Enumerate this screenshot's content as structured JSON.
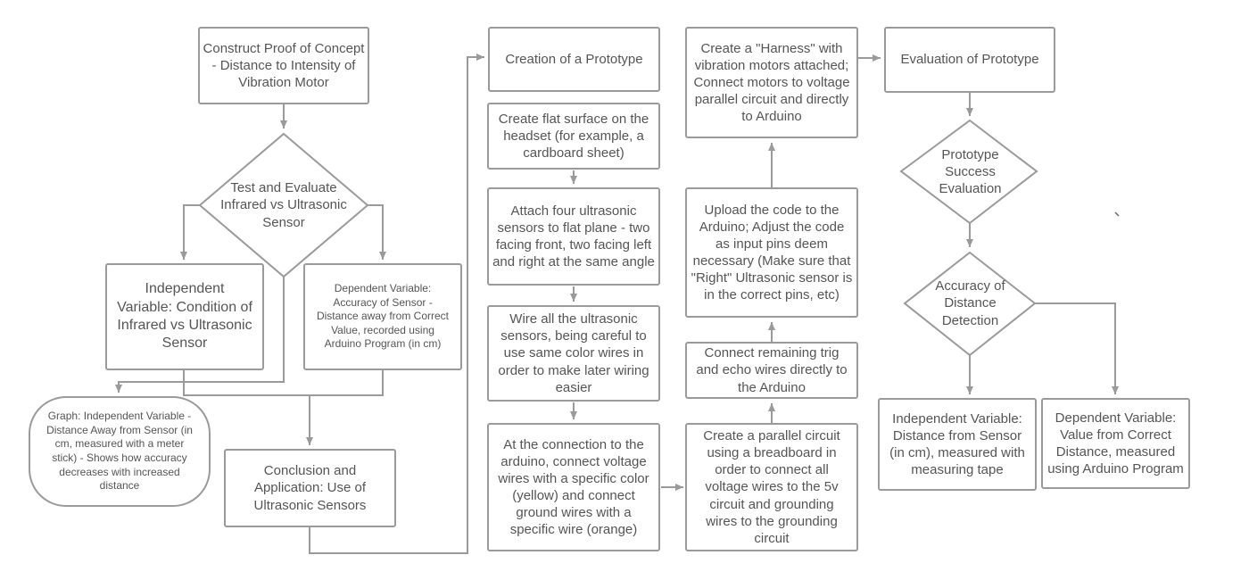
{
  "flowchart": {
    "proof_of_concept": "Construct Proof of Concept - Distance to Intensity of Vibration Motor",
    "test_evaluate": "Test and Evaluate Infrared vs Ultrasonic Sensor",
    "independent_var_1": "Independent Variable: Condition of Infrared vs Ultrasonic Sensor",
    "dependent_var_1": "Dependent Variable: Accuracy of Sensor - Distance away from Correct Value, recorded using Arduino Program (in cm)",
    "graph_note": "Graph: Independent Variable - Distance Away from Sensor (in cm, measured with a meter stick) - Shows how accuracy decreases with increased distance",
    "conclusion": "Conclusion and Application: Use of Ultrasonic Sensors",
    "creation_prototype": "Creation of a Prototype",
    "flat_surface": "Create flat surface on the headset (for example, a cardboard sheet)",
    "attach_sensors": "Attach four ultrasonic sensors to flat plane - two facing front, two facing left and right at the same angle",
    "wire_sensors": "Wire all the ultrasonic sensors, being careful to use same color wires in order to make later wiring easier",
    "arduino_connection": "At the connection to the arduino, connect voltage wires with a specific color (yellow) and connect ground wires with a specific wire (orange)",
    "parallel_circuit": "Create a parallel circuit using a breadboard in order to connect all voltage wires to the 5v circuit and grounding wires to the grounding circuit",
    "connect_trig_echo": "Connect remaining trig and echo wires directly to the Arduino",
    "upload_code": "Upload the code to the Arduino; Adjust the code as input pins deem necessary (Make sure that \"Right\" Ultrasonic sensor is in the correct pins, etc)",
    "harness": "Create a \"Harness\" with vibration motors attached; Connect motors to voltage parallel circuit and directly to Arduino",
    "evaluation_prototype": "Evaluation of Prototype",
    "success_evaluation": "Prototype Success Evaluation",
    "accuracy_detection": "Accuracy of Distance Detection",
    "independent_var_2": "Independent Variable: Distance from Sensor (in cm), measured with measuring tape",
    "dependent_var_2": "Dependent Variable: Value from Correct Distance, measured using Arduino Program"
  },
  "colors": {
    "stroke": "#9a9a9a",
    "text": "#555555",
    "background": "#ffffff"
  }
}
